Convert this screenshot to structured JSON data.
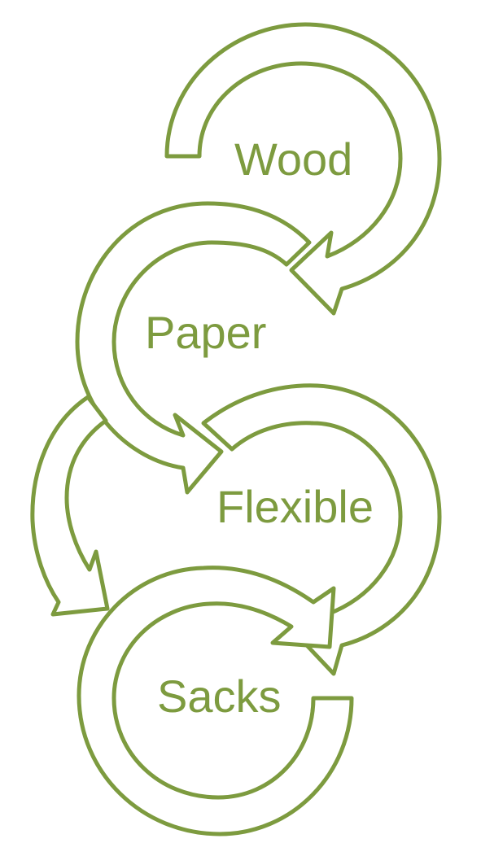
{
  "diagram": {
    "nodes": [
      {
        "id": "wood",
        "label": "Wood"
      },
      {
        "id": "paper",
        "label": "Paper"
      },
      {
        "id": "flexible",
        "label": "Flexible"
      },
      {
        "id": "sacks",
        "label": "Sacks"
      }
    ],
    "edges": [
      {
        "from": "wood",
        "to": "paper"
      },
      {
        "from": "paper",
        "to": "flexible"
      },
      {
        "from": "paper",
        "to": "sacks"
      },
      {
        "from": "flexible",
        "to": "sacks"
      }
    ],
    "colors": {
      "stroke": "#7d9b3f",
      "text": "#7d9b3f",
      "background": "#ffffff",
      "arrow_fill": "#ffffff"
    }
  }
}
